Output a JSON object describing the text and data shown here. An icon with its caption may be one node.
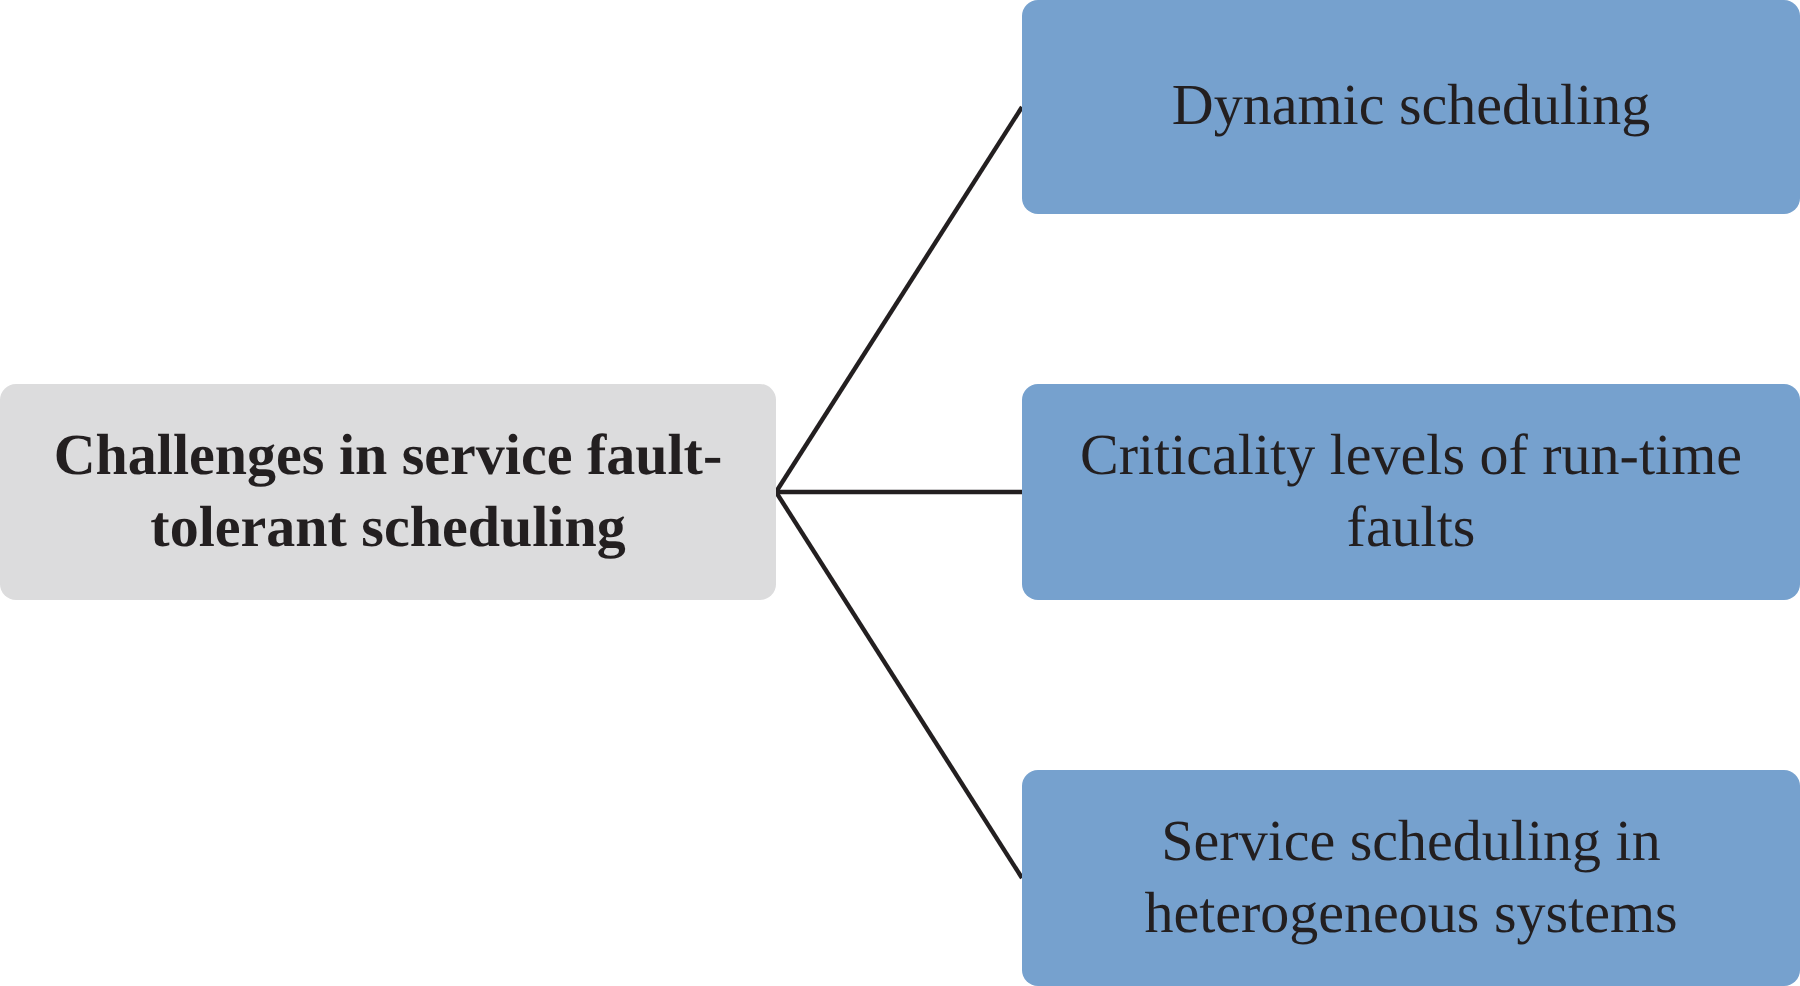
{
  "diagram": {
    "nodes": [
      {
        "text": [
          "Challenges in service fault-tolerant scheduling"
        ]
      },
      {
        "text": [
          "Dynamic scheduling"
        ]
      },
      {
        "text": [
          "Criticality levels of run-time faults"
        ]
      },
      {
        "text": [
          "Service scheduling in heterogeneous systems"
        ]
      }
    ],
    "edges": [
      {
        "from": 0,
        "to": 1,
        "arrow": "none"
      },
      {
        "from": 0,
        "to": 2,
        "arrow": "none"
      },
      {
        "from": 0,
        "to": 3,
        "arrow": "none"
      }
    ]
  }
}
